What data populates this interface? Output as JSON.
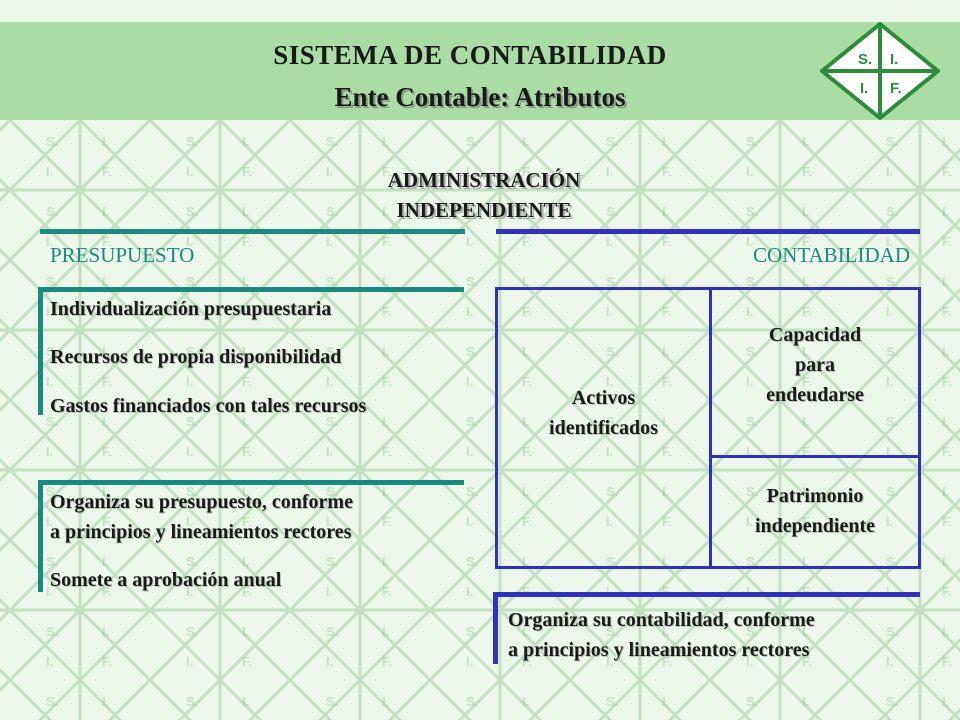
{
  "header": {
    "title": "SISTEMA DE CONTABILIDAD",
    "subtitle": "Ente Contable: Atributos",
    "logo": {
      "tl": "S.",
      "tr": "I.",
      "bl": "I.",
      "br": "F."
    }
  },
  "center": {
    "line1": "ADMINISTRACIÓN",
    "line2": "INDEPENDIENTE"
  },
  "left": {
    "label": "PRESUPUESTO",
    "group1": [
      "Individualización presupuestaria",
      "Recursos de propia disponibilidad",
      "Gastos financiados con tales recursos"
    ],
    "group2": [
      "Organiza su presupuesto, conforme",
      "a principios y lineamientos rectores",
      "Somete a aprobación anual"
    ]
  },
  "right": {
    "label": "CONTABILIDAD",
    "activos": [
      "Activos",
      "identificados"
    ],
    "capacidad": [
      "Capacidad",
      "para",
      "endeudarse"
    ],
    "patrimonio": [
      "Patrimonio",
      "independiente"
    ],
    "organiza": [
      "Organiza su contabilidad, conforme",
      "a principios y lineamientos rectores"
    ]
  },
  "colors": {
    "green": "#1a8a80",
    "blue": "#3030b8",
    "headerBg": "#aadda3",
    "pattern": "#58a85a"
  }
}
